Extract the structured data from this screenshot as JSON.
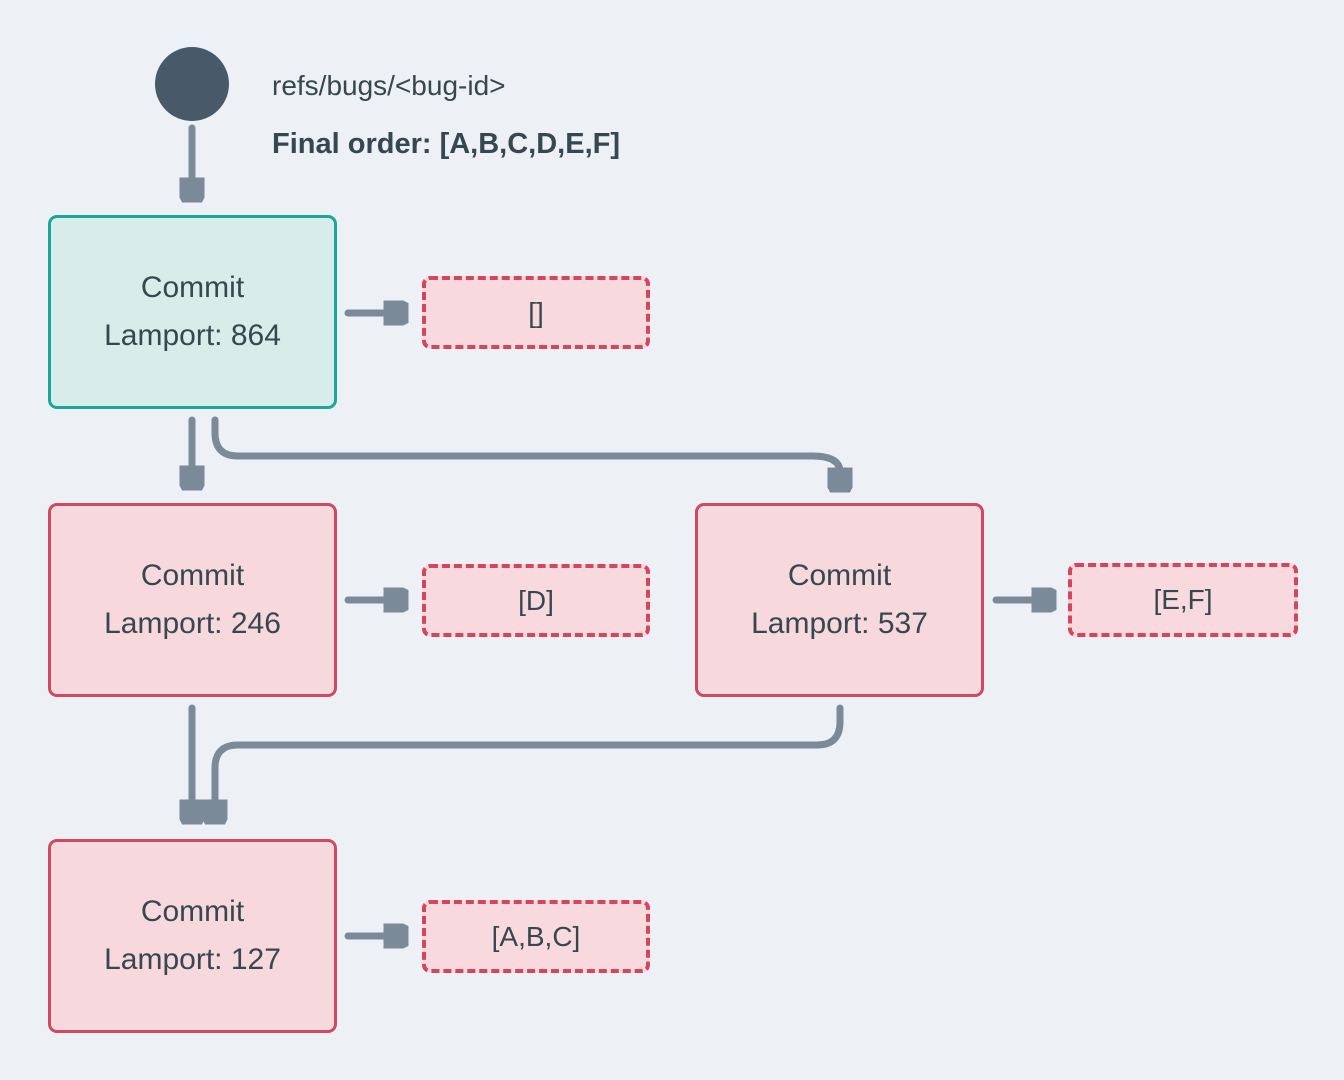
{
  "header": {
    "ref": "refs/bugs/<bug-id>",
    "final_order": "Final order: [A,B,C,D,E,F]"
  },
  "nodes": [
    {
      "id": "commit-864",
      "name": "Commit",
      "lamport_label": "Lamport: 864",
      "lamport": 864,
      "role": "head"
    },
    {
      "id": "commit-246",
      "name": "Commit",
      "lamport_label": "Lamport: 246",
      "lamport": 246,
      "role": "commit"
    },
    {
      "id": "commit-537",
      "name": "Commit",
      "lamport_label": "Lamport: 537",
      "lamport": 537,
      "role": "commit"
    },
    {
      "id": "commit-127",
      "name": "Commit",
      "lamport_label": "Lamport: 127",
      "lamport": 127,
      "role": "commit"
    }
  ],
  "payloads": [
    {
      "of": "commit-864",
      "label": "[]"
    },
    {
      "of": "commit-246",
      "label": "[D]"
    },
    {
      "of": "commit-537",
      "label": "[E,F]"
    },
    {
      "of": "commit-127",
      "label": "[A,B,C]"
    }
  ],
  "edges": [
    {
      "from": "ref",
      "to": "commit-864"
    },
    {
      "from": "commit-864",
      "to": "commit-246"
    },
    {
      "from": "commit-864",
      "to": "commit-537"
    },
    {
      "from": "commit-864",
      "to": "payload-empty"
    },
    {
      "from": "commit-246",
      "to": "payload-d"
    },
    {
      "from": "commit-537",
      "to": "payload-ef"
    },
    {
      "from": "commit-246",
      "to": "commit-127"
    },
    {
      "from": "commit-537",
      "to": "commit-127"
    },
    {
      "from": "commit-127",
      "to": "payload-abc"
    }
  ],
  "colors": {
    "background": "#EDF1F5",
    "text": "#37474F",
    "arrow": "#7B8A99",
    "ref_dot": "#48596A",
    "head_border": "#18A79A",
    "head_fill": "#D8EDEA",
    "commit_border": "#CF4A60",
    "commit_fill": "#F7D9DD",
    "payload_border": "#D4455E",
    "payload_fill": "#F8D9DD"
  }
}
